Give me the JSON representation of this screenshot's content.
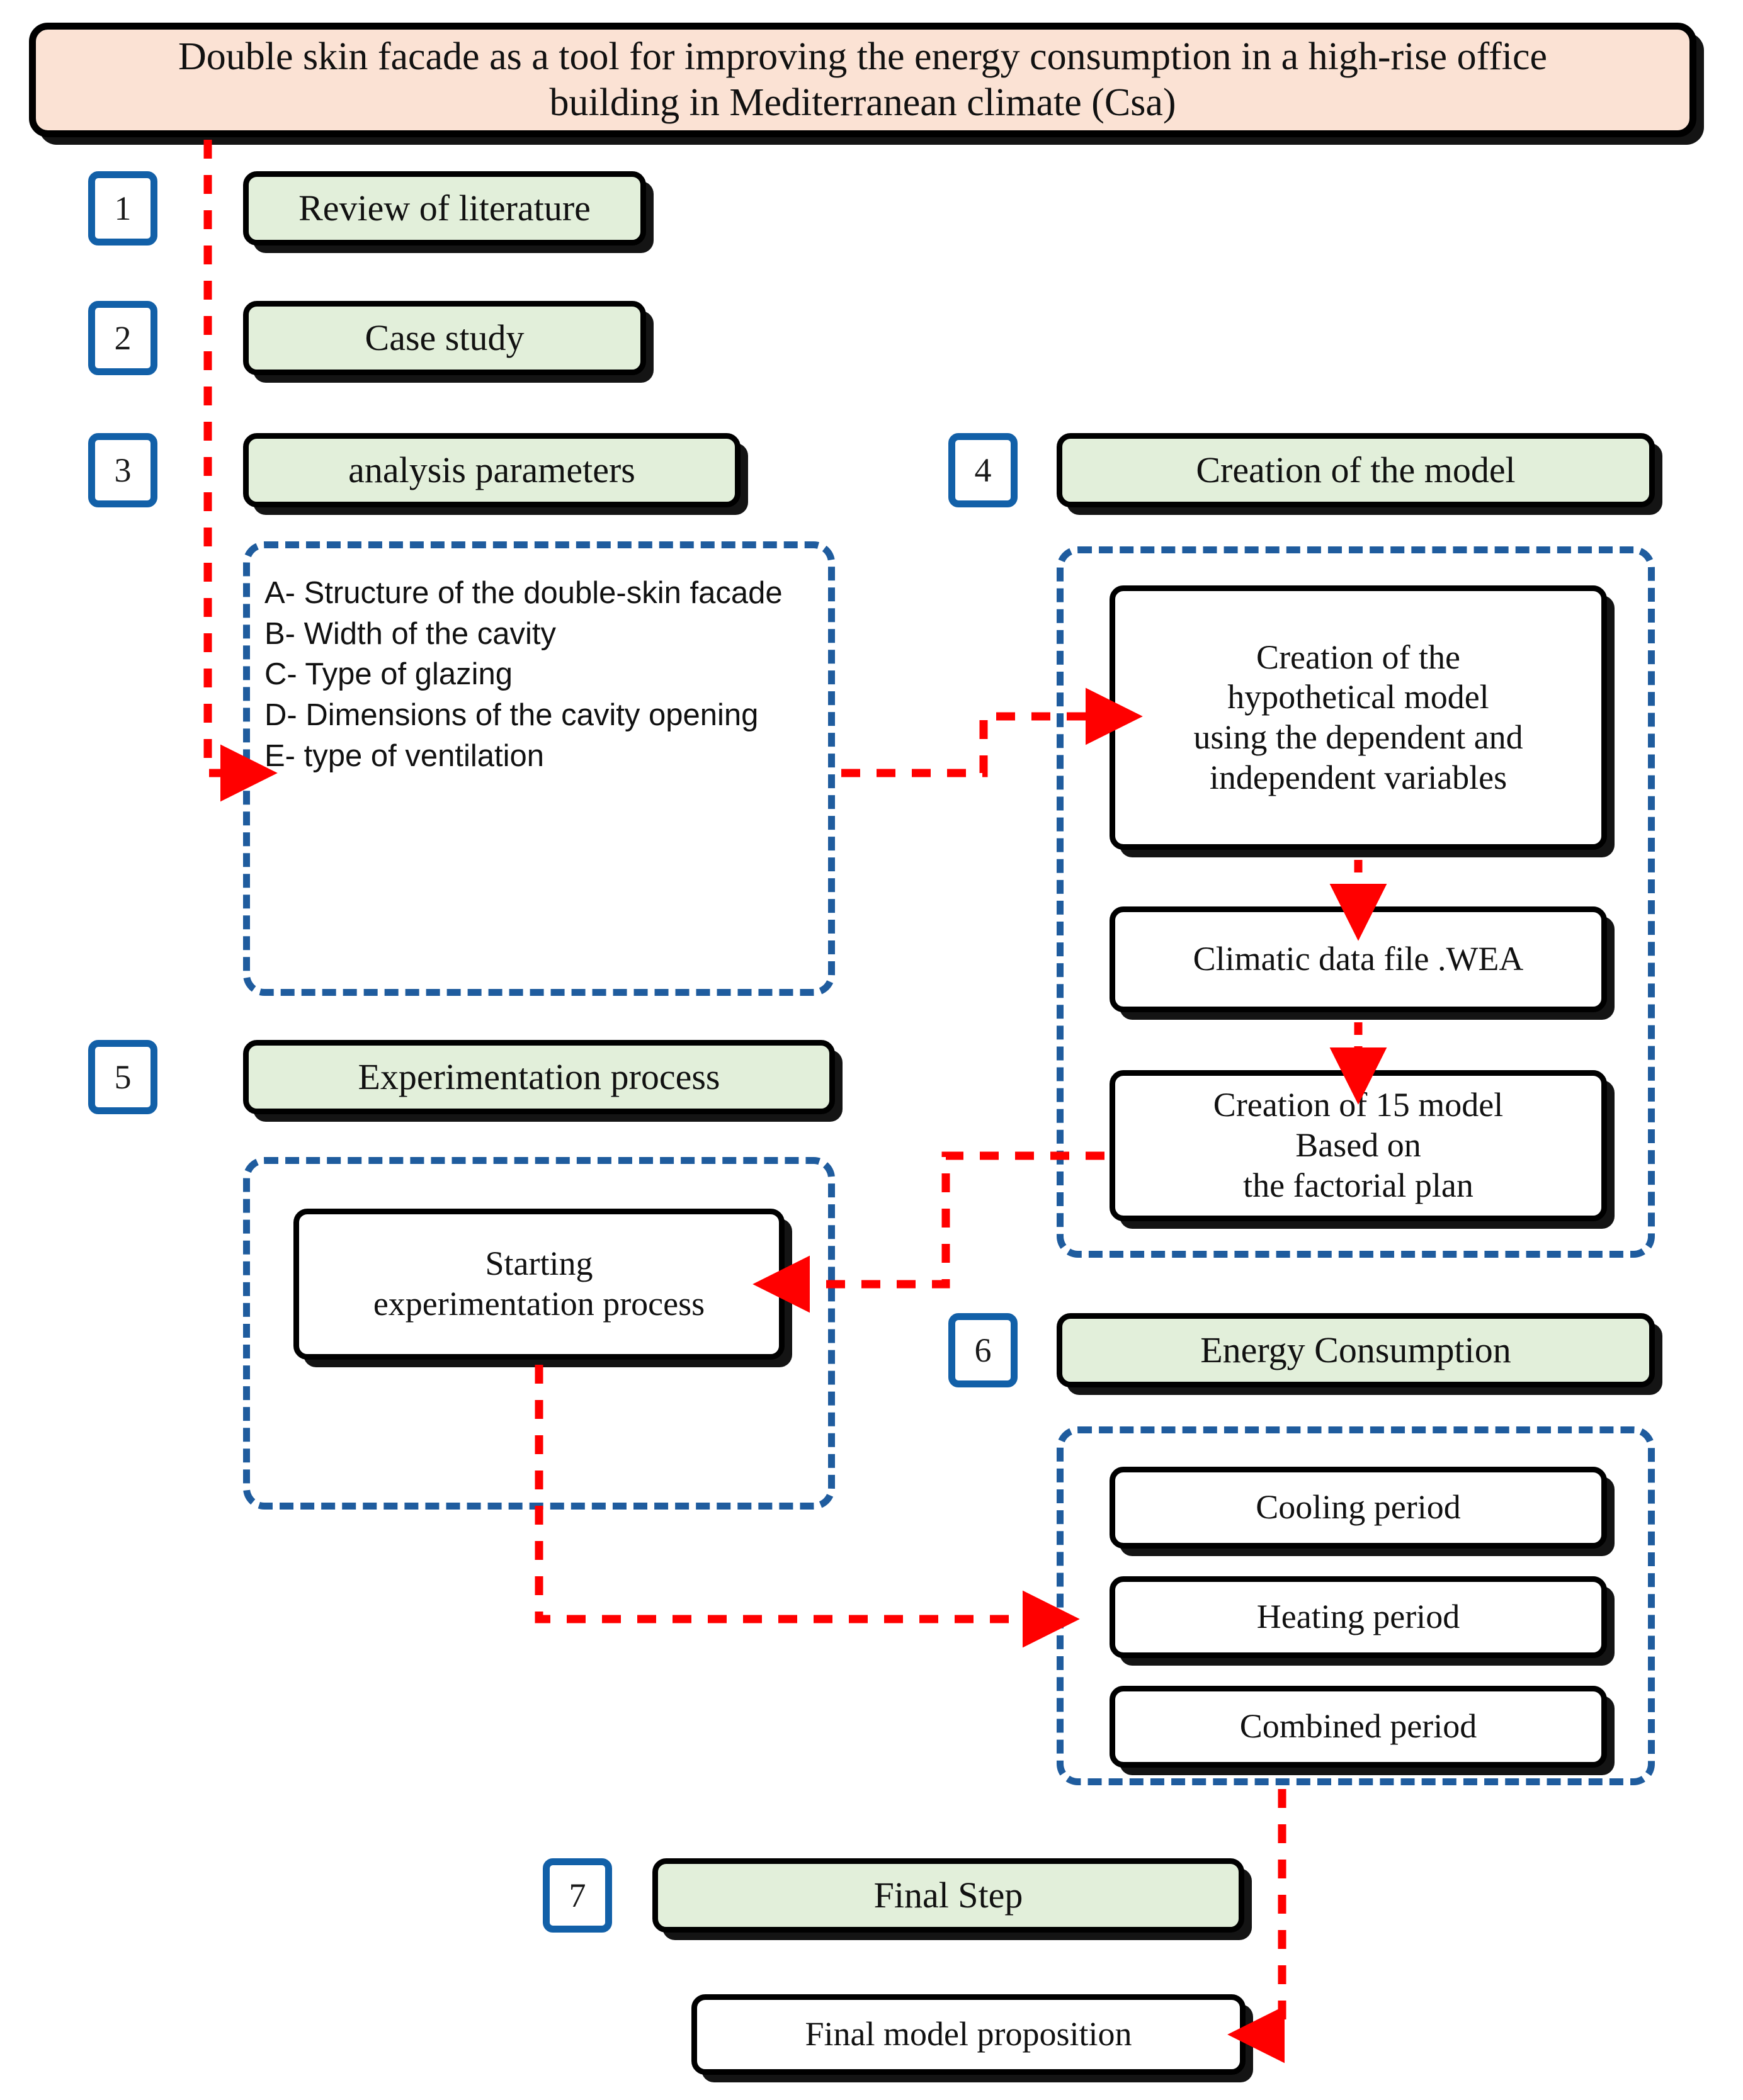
{
  "meta": {
    "diagram_type": "flowchart",
    "accent_blue": "#1F5C9E",
    "accent_red": "#FF0000",
    "green_fill": "#E2EFDA",
    "peach_fill": "#FBE2D4",
    "box_border": "#000000"
  },
  "title": {
    "line1": "Double skin facade as a tool for improving the energy consumption in a high-rise office",
    "line2": "building in Mediterranean climate (Csa)",
    "full": "Double skin facade as a tool for improving the energy consumption in a high-rise office building in Mediterranean climate (Csa)"
  },
  "steps": [
    {
      "number": "1",
      "label": "Review of literature"
    },
    {
      "number": "2",
      "label": "Case study"
    },
    {
      "number": "3",
      "label": "analysis parameters"
    },
    {
      "number": "4",
      "label": "Creation of the model"
    },
    {
      "number": "5",
      "label": "Experimentation process"
    },
    {
      "number": "6",
      "label": "Energy Consumption"
    },
    {
      "number": "7",
      "label": "Final Step"
    }
  ],
  "analysis_parameters": {
    "items": [
      "A- Structure of the double-skin facade",
      "B- Width of the cavity",
      "C- Type of glazing",
      "D- Dimensions of the cavity opening",
      "E- type of ventilation"
    ]
  },
  "model_creation": {
    "boxes": [
      {
        "line1": "Creation of the",
        "line2": "hypothetical model",
        "line3": "using the dependent and",
        "line4": "independent variables"
      },
      {
        "line1": "Climatic data file .WEA"
      },
      {
        "line1": "Creation of 15 model",
        "line2": "Based on",
        "line3": "the factorial plan"
      }
    ]
  },
  "experimentation": {
    "box": {
      "line1": "Starting",
      "line2": "experimentation process"
    }
  },
  "energy_consumption": {
    "periods": [
      "Cooling period",
      "Heating period",
      "Combined period"
    ]
  },
  "final": {
    "proposition": "Final model proposition"
  }
}
